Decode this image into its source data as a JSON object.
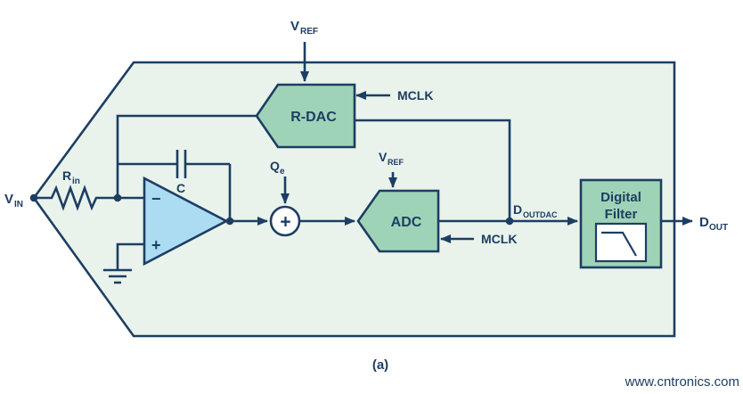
{
  "caption": "(a)",
  "watermark": "www.cntronics.com",
  "colors": {
    "line": "#1d3e63",
    "canvas_fill": "#e9f3ec",
    "block_fill": "#9fd3b7",
    "opamp_fill": "#abdcf2",
    "summer_fill": "#ffffff",
    "watermark_text": "#a8d163"
  },
  "blocks": {
    "rdac_label": "R-DAC",
    "adc_label": "ADC",
    "digital_filter_label_1": "Digital",
    "digital_filter_label_2": "Filter"
  },
  "signals": {
    "vin_base": "V",
    "vin_sub": "IN",
    "vref_dac_base": "V",
    "vref_dac_sub": "REF",
    "vref_adc_base": "V",
    "vref_adc_sub": "REF",
    "rin_base": "R",
    "rin_sub": "in",
    "cap_label": "C",
    "qe_base": "Q",
    "qe_sub": "e",
    "mclk_dac": "MCLK",
    "mclk_adc": "MCLK",
    "doutdac_base": "D",
    "doutdac_sub": "OUTDAC",
    "dout_base": "D",
    "dout_sub": "OUT"
  },
  "opamp": {
    "minus": "−",
    "plus": "+"
  },
  "summer": {
    "plus": "+"
  }
}
